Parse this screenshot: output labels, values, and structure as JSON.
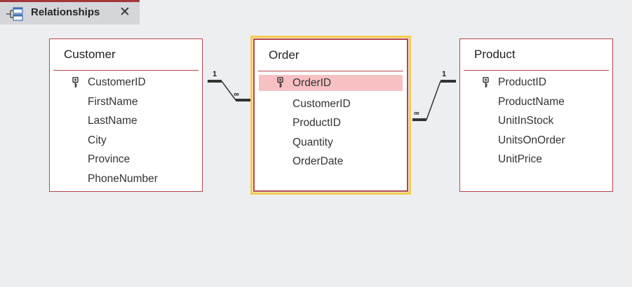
{
  "tab": {
    "label": "Relationships",
    "close": "✕"
  },
  "tables": [
    {
      "title": "Customer",
      "fields": [
        {
          "name": "CustomerID",
          "key": true
        },
        {
          "name": "FirstName",
          "key": false
        },
        {
          "name": "LastName",
          "key": false
        },
        {
          "name": "City",
          "key": false
        },
        {
          "name": "Province",
          "key": false
        },
        {
          "name": "PhoneNumber",
          "key": false
        }
      ]
    },
    {
      "title": "Order",
      "selected": true,
      "fields": [
        {
          "name": "OrderID",
          "key": true,
          "highlighted": true
        },
        {
          "name": "CustomerID",
          "key": false
        },
        {
          "name": "ProductID",
          "key": false
        },
        {
          "name": "Quantity",
          "key": false
        },
        {
          "name": "OrderDate",
          "key": false
        }
      ]
    },
    {
      "title": "Product",
      "fields": [
        {
          "name": "ProductID",
          "key": true
        },
        {
          "name": "ProductName",
          "key": false
        },
        {
          "name": "UnitInStock",
          "key": false
        },
        {
          "name": "UnitsOnOrder",
          "key": false
        },
        {
          "name": "UnitPrice",
          "key": false
        }
      ]
    }
  ],
  "relationships": [
    {
      "one_label": "1",
      "many_label": "∞"
    },
    {
      "one_label": "1",
      "many_label": "∞"
    }
  ],
  "colors": {
    "border": "#b5474b",
    "selection": "#f6cc4a",
    "highlight": "#f7c1c4"
  }
}
